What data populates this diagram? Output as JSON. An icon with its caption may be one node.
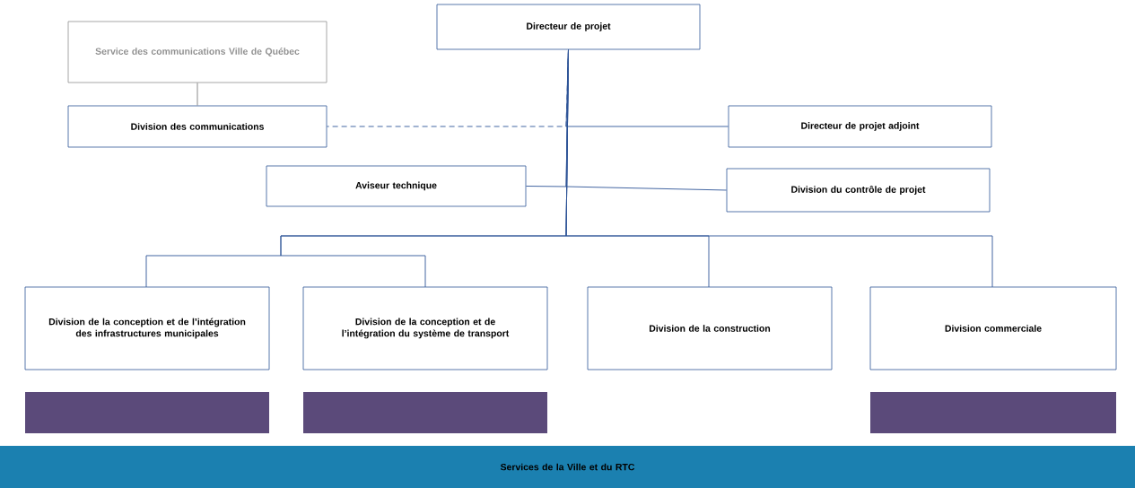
{
  "diagram": {
    "nodes": [
      {
        "text": [
          "Directeur de projet"
        ]
      },
      {
        "text": [
          "Service des communications Ville de Québec"
        ]
      },
      {
        "text": [
          "Division des communications"
        ]
      },
      {
        "text": [
          "Directeur de projet adjoint"
        ]
      },
      {
        "text": [
          "Aviseur technique"
        ]
      },
      {
        "text": [
          "Division du contrôle de projet"
        ]
      },
      {
        "text": [
          "Division de la conception et de l’intégration des infrastructures municipales"
        ]
      },
      {
        "text": [
          "Division de la conception et de l’intégration du système de transport"
        ]
      },
      {
        "text": [
          "Division de la construction"
        ]
      },
      {
        "text": [
          "Division commerciale"
        ]
      },
      {
        "text": [],
        "shape": "bar"
      },
      {
        "text": [],
        "shape": "bar"
      },
      {
        "text": [],
        "shape": "bar"
      },
      {
        "text": [
          "Services de la Ville et du RTC"
        ]
      }
    ],
    "edges": [
      {
        "from": 1,
        "to": 2,
        "arrow": "none",
        "color": "#808080"
      },
      {
        "from": 0,
        "to": 2,
        "arrow": "none",
        "style": "dashed"
      },
      {
        "from": 0,
        "to": 3,
        "arrow": "none"
      },
      {
        "from": 0,
        "to": 4,
        "arrow": "none"
      },
      {
        "from": 0,
        "to": 5,
        "arrow": "none"
      },
      {
        "from": 0,
        "to": 6,
        "arrow": "none"
      },
      {
        "from": 0,
        "to": 7,
        "arrow": "none"
      },
      {
        "from": 0,
        "to": 8,
        "arrow": "none"
      },
      {
        "from": 0,
        "to": 9,
        "arrow": "none"
      }
    ]
  }
}
